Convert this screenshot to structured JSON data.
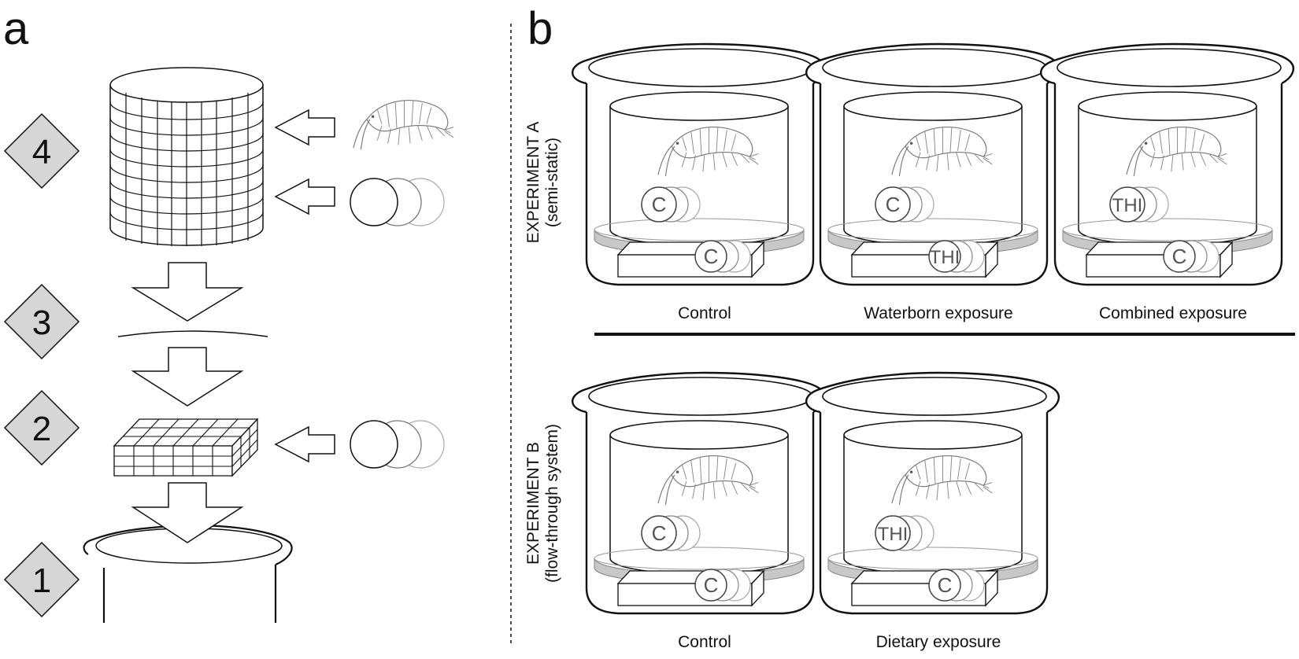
{
  "panel_a": {
    "label": "a",
    "steps": [
      "4",
      "3",
      "2",
      "1"
    ]
  },
  "panel_b": {
    "label": "b",
    "experiment_a": {
      "title": "EXPERIMENT A",
      "subtitle": "(semi-static)",
      "beakers": [
        {
          "caption": "Control",
          "water_disc": "C",
          "food_disc": "C"
        },
        {
          "caption": "Waterborn exposure",
          "water_disc": "C",
          "food_disc": "THI"
        },
        {
          "caption": "Combined exposure",
          "water_disc": "THI",
          "food_disc": "C"
        }
      ]
    },
    "experiment_b": {
      "title": "EXPERIMENT B",
      "subtitle": "(flow-through system)",
      "beakers": [
        {
          "caption": "Control",
          "water_disc": "C",
          "food_disc": "C"
        },
        {
          "caption": "Dietary exposure",
          "water_disc": "THI",
          "food_disc": "C"
        }
      ]
    }
  },
  "colors": {
    "stroke": "#111111",
    "diamond_fill": "#d6d6d6",
    "tray_fill": "#c8c8c8",
    "shrimp_stroke": "#777777"
  }
}
